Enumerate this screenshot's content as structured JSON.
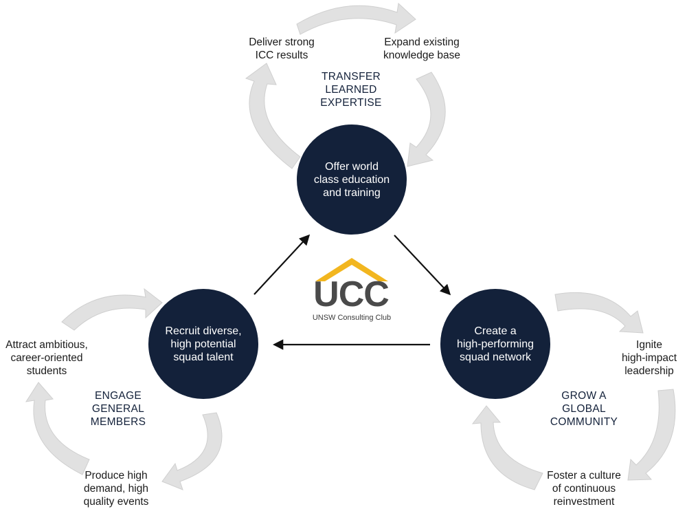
{
  "hubs": {
    "top": "Offer world\nclass education\nand training",
    "left": "Recruit diverse,\nhigh potential\nsquad talent",
    "right": "Create a\nhigh-performing\nsquad network"
  },
  "cycles": {
    "top": {
      "heading": "TRANSFER\nLEARNED\nEXPERTISE",
      "step_a": "Deliver strong\nICC results",
      "step_b": "Expand existing\nknowledge base"
    },
    "left": {
      "heading": "ENGAGE\nGENERAL\nMEMBERS",
      "step_a": "Attract ambitious,\ncareer-oriented\nstudents",
      "step_b": "Produce high\ndemand, high\nquality events"
    },
    "right": {
      "heading": "GROW A\nGLOBAL\nCOMMUNITY",
      "step_a": "Ignite\nhigh-impact\nleadership",
      "step_b": "Foster a culture\nof continuous\nreinvestment"
    }
  },
  "logo": {
    "text": "UCC",
    "subtitle": "UNSW Consulting Club"
  },
  "colors": {
    "hub": "#13213a",
    "cycle_arrow": "#e1e1e1",
    "cycle_arrow_edge": "#cfcfcf",
    "connector": "#111111",
    "logo_gold": "#f2b61f"
  }
}
